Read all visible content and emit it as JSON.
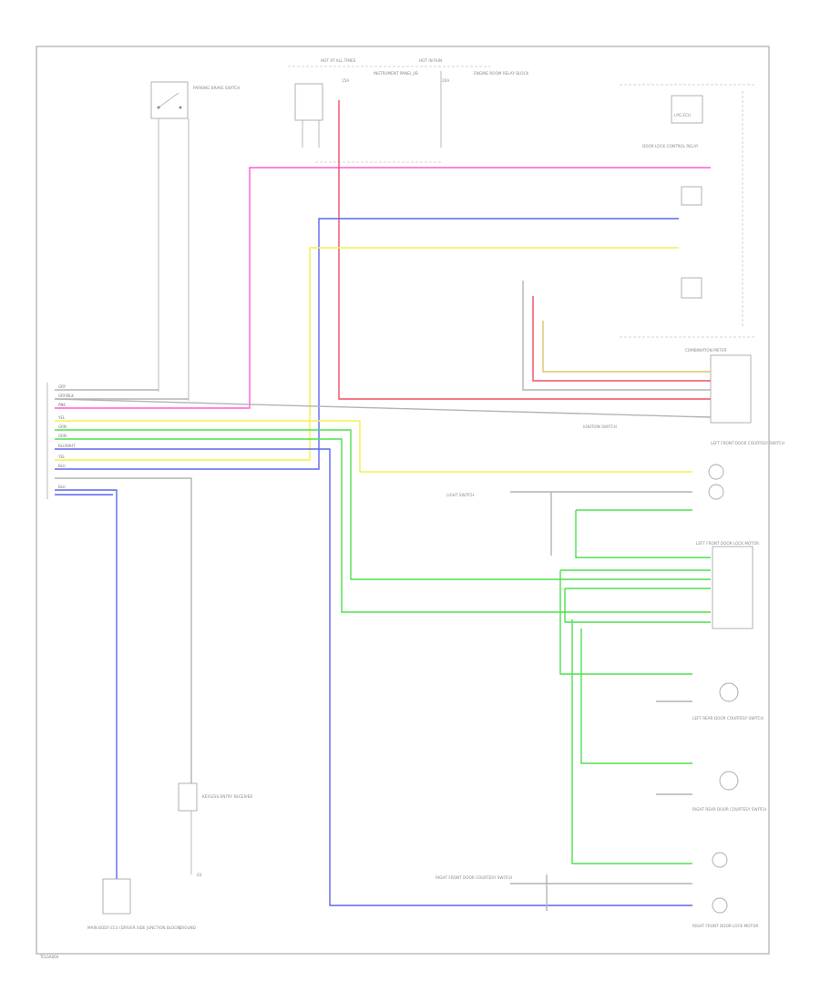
{
  "diagram": {
    "footer_id": "TCLSA004",
    "labels": {
      "hot_at_all_times": "HOT AT ALL TIMES",
      "hot_in_run": "HOT IN RUN",
      "fuse_a": "15A",
      "fuse_b": "20A",
      "junction_block": "INSTRUMENT PANEL J/B",
      "engine_room_block": "ENGINE ROOM RELAY BLOCK",
      "brake_switch": "PARKING BRAKE SWITCH",
      "lock_control": "DOOR LOCK CONTROL RELAY",
      "combination_meter": "COMBINATION METER",
      "lpg_ecu": "LPG ECU",
      "left_door_courtesy": "LEFT FRONT DOOR COURTESY SWITCH",
      "right_door_courtesy": "RIGHT FRONT DOOR COURTESY SWITCH",
      "left_rear_door": "LEFT REAR DOOR COURTESY SWITCH",
      "right_rear_door": "RIGHT REAR DOOR COURTESY SWITCH",
      "left_door_lock": "LEFT FRONT DOOR LOCK MOTOR",
      "right_door_lock": "RIGHT FRONT DOOR LOCK MOTOR",
      "light_switch": "LIGHT SWITCH",
      "ignition": "IGNITION SWITCH",
      "body_ecu": "MAIN BODY ECU (DRIVER SIDE JUNCTION BLOCK)",
      "keyless": "KEYLESS ENTRY RECEIVER",
      "ground": "GROUND",
      "ground_point": "G1",
      "wire_labels": [
        "GRY",
        "GRY/BLK",
        "PNK",
        "YEL",
        "GRN",
        "GRN",
        "BLU/WHT",
        "YEL",
        "BLU",
        "BLU"
      ]
    }
  }
}
